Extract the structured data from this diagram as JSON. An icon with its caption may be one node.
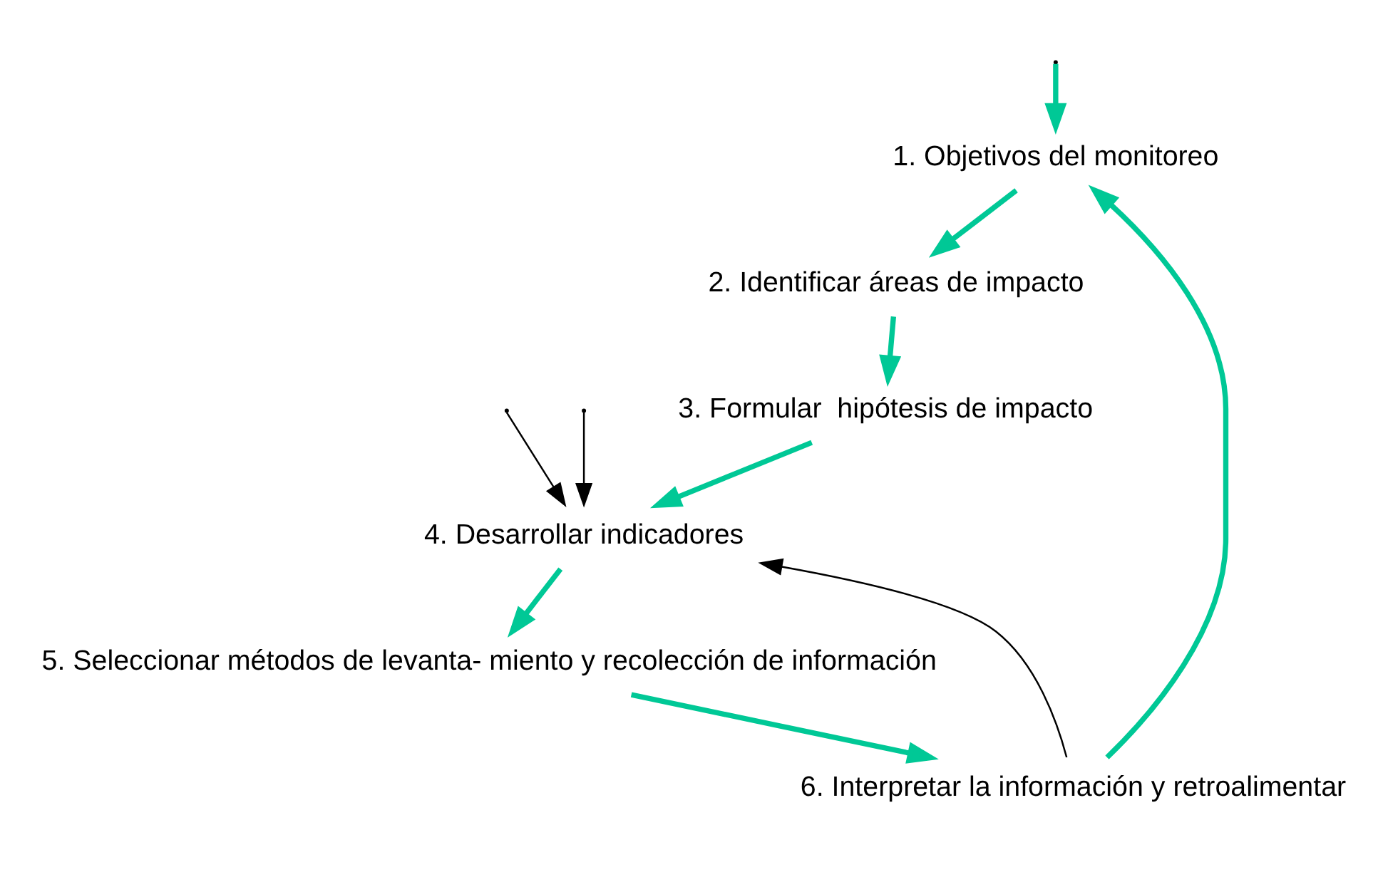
{
  "diagram": {
    "nodes": [
      {
        "text": [
          "1. Objetivos del monitoreo"
        ]
      },
      {
        "text": [
          "2. Identificar áreas de impacto"
        ]
      },
      {
        "text": [
          "3. Formular  hipótesis de impacto"
        ]
      },
      {
        "text": [
          "4. Desarrollar indicadores"
        ]
      },
      {
        "text": [
          "5. Seleccionar métodos de levanta- miento y recolección de información"
        ]
      },
      {
        "text": [
          "6. Interpretar la información y retroalimentar"
        ]
      }
    ],
    "edges": [
      {
        "from": null,
        "to": 0,
        "arrow": "to"
      },
      {
        "from": 0,
        "to": 1,
        "arrow": "to"
      },
      {
        "from": 1,
        "to": 2,
        "arrow": "to"
      },
      {
        "from": 2,
        "to": 3,
        "arrow": "to"
      },
      {
        "from": 3,
        "to": 4,
        "arrow": "to"
      },
      {
        "from": 4,
        "to": 5,
        "arrow": "to"
      },
      {
        "from": 5,
        "to": 0,
        "arrow": "to"
      },
      {
        "from": 5,
        "to": 3,
        "arrow": "to",
        "color": "#000000"
      },
      {
        "from": null,
        "to": 3,
        "arrow": "to",
        "color": "#000000"
      },
      {
        "from": null,
        "to": 3,
        "arrow": "to",
        "color": "#000000"
      }
    ]
  }
}
